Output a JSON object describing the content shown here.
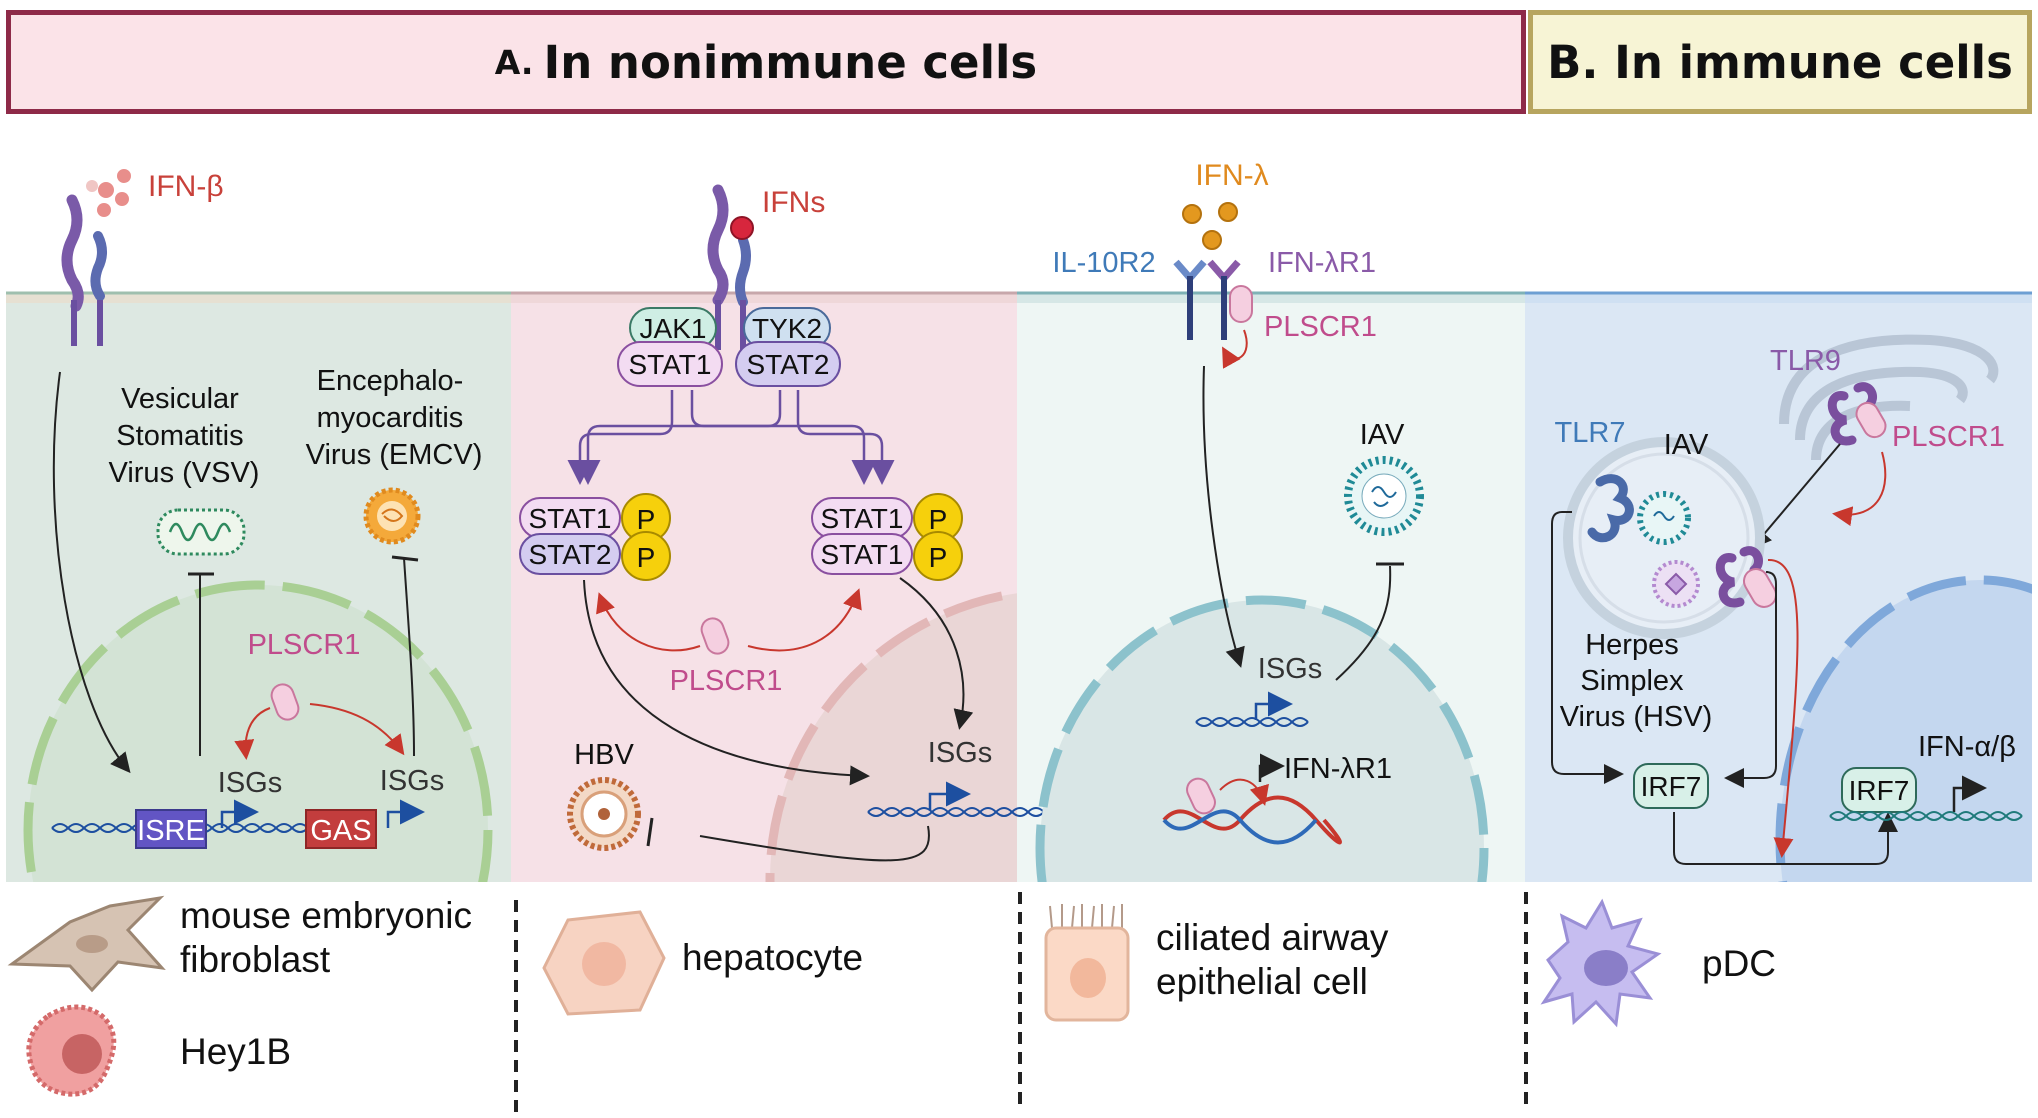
{
  "headers": {
    "a_prefix": "A.",
    "a_title": "In nonimmune cells",
    "b_title": "B. In immune cells"
  },
  "panel1": {
    "ligand": "IFN-β",
    "virus1": [
      "Vesicular",
      "Stomatitis",
      "Virus (VSV)"
    ],
    "virus2": [
      "Encephalo-",
      "myocarditis",
      "Virus (EMCV)"
    ],
    "plscr1": "PLSCR1",
    "isgs_left": "ISGs",
    "isgs_right": "ISGs",
    "isre": "ISRE",
    "gas": "GAS",
    "cells": [
      "mouse embryonic",
      "fibroblast",
      "Hey1B"
    ]
  },
  "panel2": {
    "ligand": "IFNs",
    "jak1": "JAK1",
    "tyk2": "TYK2",
    "stat1": "STAT1",
    "stat2": "STAT2",
    "p": "P",
    "plscr1": "PLSCR1",
    "hbv": "HBV",
    "isgs": "ISGs",
    "cell": "hepatocyte"
  },
  "panel3": {
    "ligand": "IFN-λ",
    "il10r2": "IL-10R2",
    "ifnlr1": "IFN-λR1",
    "plscr1": "PLSCR1",
    "iav": "IAV",
    "isgs": "ISGs",
    "ifnlr1_gene": "IFN-λR1",
    "cell": [
      "ciliated airway",
      "epithelial cell"
    ]
  },
  "panel4": {
    "tlr9": "TLR9",
    "tlr7": "TLR7",
    "iav": "IAV",
    "plscr1": "PLSCR1",
    "hsv": [
      "Herpes",
      "Simplex",
      "Virus (HSV)"
    ],
    "irf7_left": "IRF7",
    "irf7_right": "IRF7",
    "ifnab": "IFN-α/β",
    "cell": "pDC"
  },
  "colors": {
    "red_arrow": "#c8372d",
    "purple": "#6a4fa0",
    "plscr1_text": "#c04c8c",
    "ifnb_text": "#c8413a",
    "ifnl_text": "#e08a1e",
    "il10r2_text": "#3f7ab8",
    "tlr7_text": "#3f7ab8",
    "tlr9_text": "#8a5aa8"
  }
}
